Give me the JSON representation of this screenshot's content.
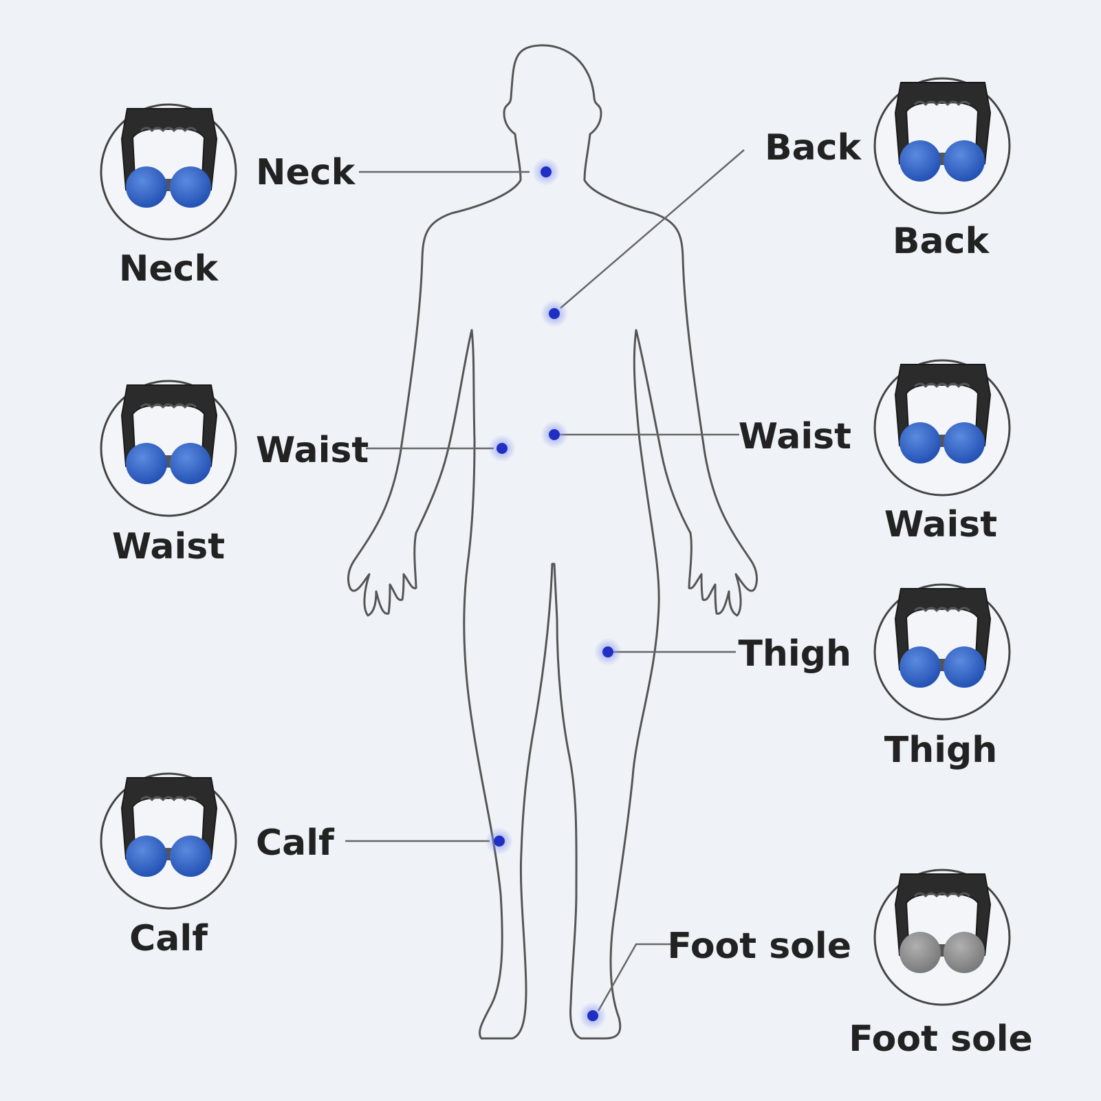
{
  "colors": {
    "background": "#eff2f7",
    "outline": "#555555",
    "leader": "#666666",
    "dot": "#1f2fc4",
    "dot_glow": "#8a98ee",
    "ball_blue": "#2f63c8",
    "ball_gray": "#8c8c8c",
    "handle": "#2b2b2b",
    "text": "#222222"
  },
  "callouts": [
    {
      "id": "neck",
      "label": "Neck",
      "caption": "Neck",
      "ball_color": "blue",
      "icon": "double-ball-massager-icon"
    },
    {
      "id": "back",
      "label": "Back",
      "caption": "Back",
      "ball_color": "blue",
      "icon": "double-ball-massager-icon"
    },
    {
      "id": "waist-left",
      "label": "Waist",
      "caption": "Waist",
      "ball_color": "blue",
      "icon": "double-ball-massager-icon"
    },
    {
      "id": "waist-right",
      "label": "Waist",
      "caption": "Waist",
      "ball_color": "blue",
      "icon": "double-ball-massager-icon"
    },
    {
      "id": "thigh",
      "label": "Thigh",
      "caption": "Thigh",
      "ball_color": "blue",
      "icon": "double-ball-massager-icon"
    },
    {
      "id": "calf",
      "label": "Calf",
      "caption": "Calf",
      "ball_color": "blue",
      "icon": "double-ball-massager-icon"
    },
    {
      "id": "foot-sole",
      "label": "Foot sole",
      "caption": "Foot sole",
      "ball_color": "gray",
      "icon": "double-ball-massager-icon"
    }
  ]
}
